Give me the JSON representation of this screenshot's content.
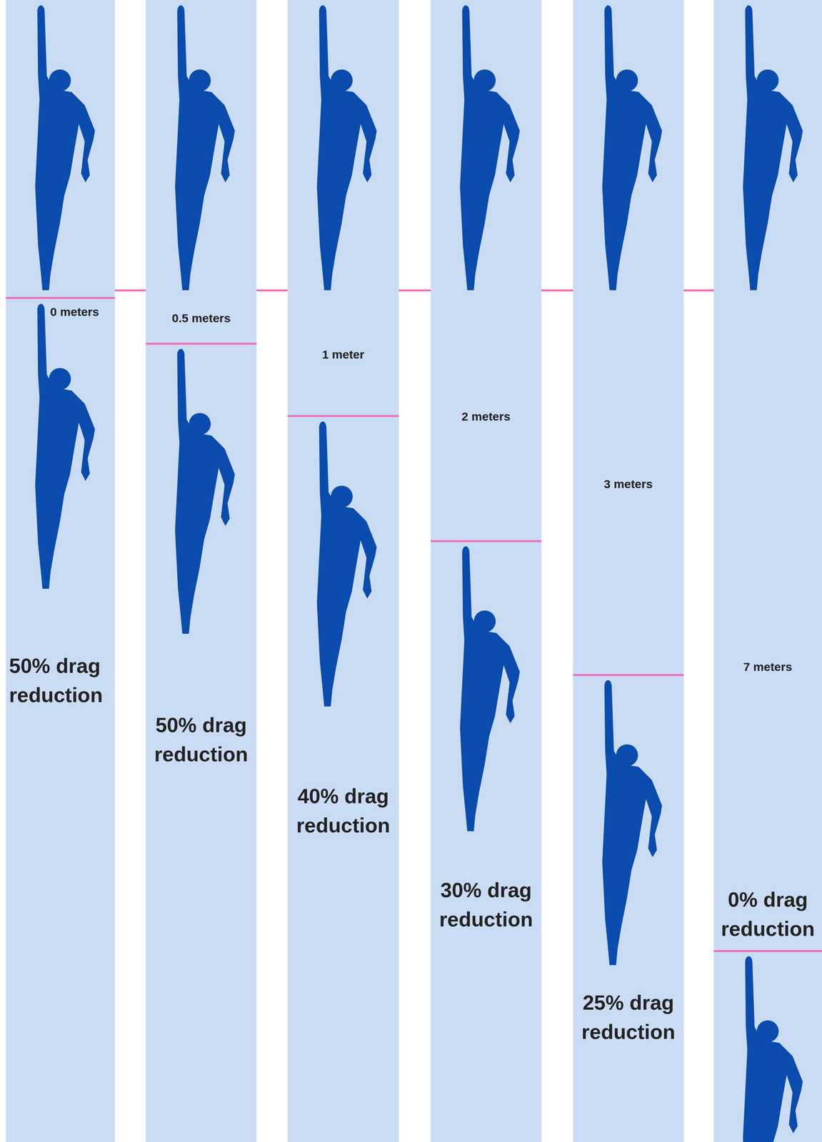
{
  "diagram": {
    "nodes": [
      {
        "text": [
          "0 meters",
          "50% drag reduction"
        ]
      },
      {
        "text": [
          "0.5 meters",
          "50% drag reduction"
        ]
      },
      {
        "text": [
          "1 meter",
          "40% drag reduction"
        ]
      },
      {
        "text": [
          "2 meters",
          "30% drag reduction"
        ]
      },
      {
        "text": [
          "3 meters",
          "25% drag reduction"
        ]
      },
      {
        "text": [
          "7 meters",
          "0% drag reduction"
        ]
      }
    ]
  }
}
